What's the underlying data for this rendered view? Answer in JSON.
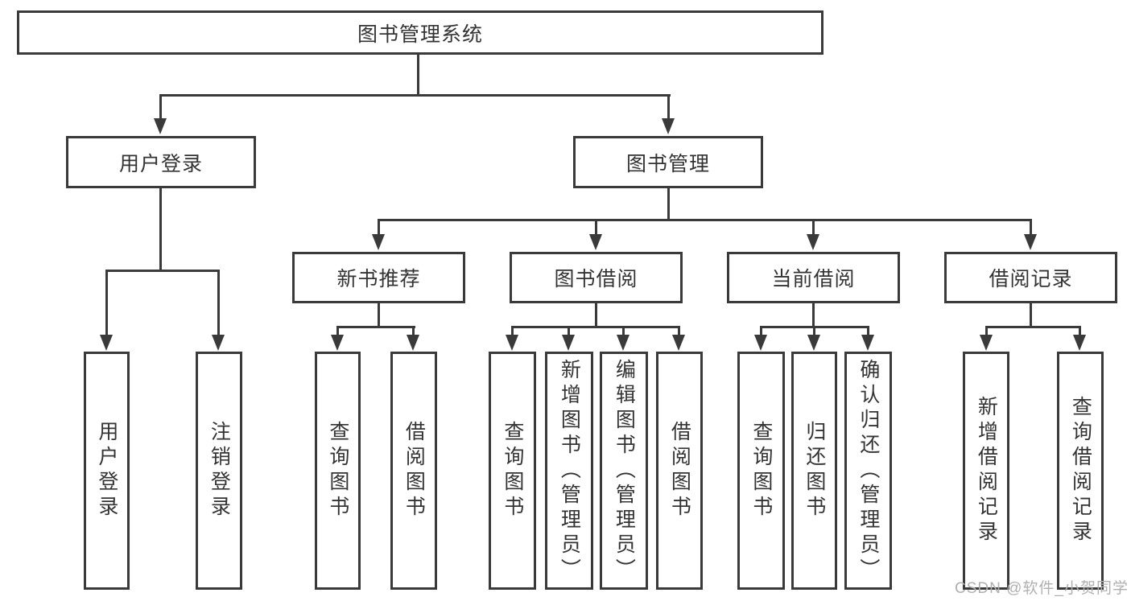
{
  "tree": {
    "root": {
      "label": "图书管理系统",
      "children": [
        {
          "label": "用户登录",
          "children": [
            {
              "label": "用户登录"
            },
            {
              "label": "注销登录"
            }
          ]
        },
        {
          "label": "图书管理",
          "children": [
            {
              "label": "新书推荐",
              "children": [
                {
                  "label": "查询图书"
                },
                {
                  "label": "借阅图书"
                }
              ]
            },
            {
              "label": "图书借阅",
              "children": [
                {
                  "label": "查询图书"
                },
                {
                  "label": "新增图书（管理员）"
                },
                {
                  "label": "编辑图书（管理员）"
                },
                {
                  "label": "借阅图书"
                }
              ]
            },
            {
              "label": "当前借阅",
              "children": [
                {
                  "label": "查询图书"
                },
                {
                  "label": "归还图书"
                },
                {
                  "label": "确认归还（管理员）"
                }
              ]
            },
            {
              "label": "借阅记录",
              "children": [
                {
                  "label": "新增借阅记录"
                },
                {
                  "label": "查询借阅记录"
                }
              ]
            }
          ]
        }
      ]
    }
  },
  "watermark": {
    "text": "CSDN @软件_小贺同学"
  },
  "colors": {
    "line": "#3a3a3a",
    "text": "#333333",
    "watermark": "#b0b0b0",
    "background": "#ffffff"
  }
}
